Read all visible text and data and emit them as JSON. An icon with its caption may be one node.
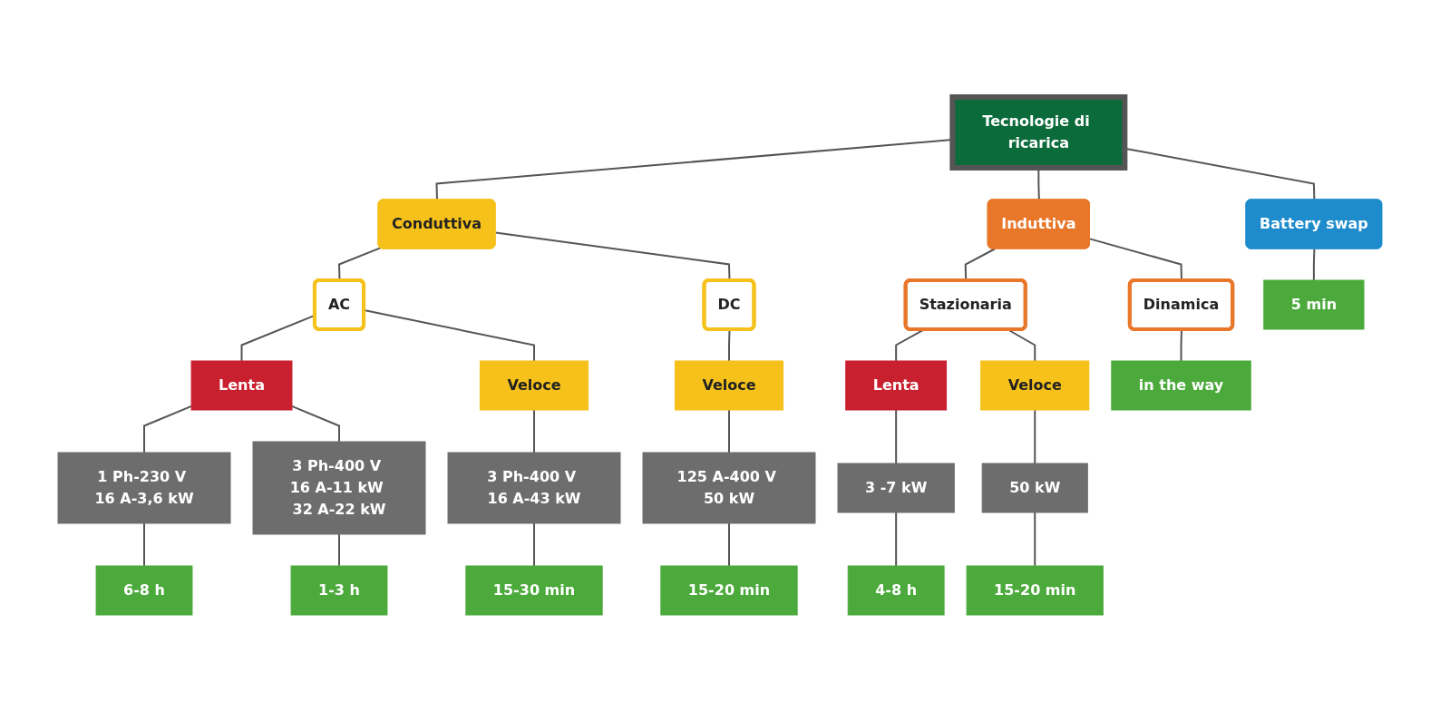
{
  "diagram": {
    "nodes": [
      {
        "text": [
          "Tecnologie di ricarica"
        ]
      },
      {
        "text": [
          "Conduttiva"
        ]
      },
      {
        "text": [
          "Induttiva"
        ]
      },
      {
        "text": [
          "Battery swap"
        ]
      },
      {
        "text": [
          "AC"
        ]
      },
      {
        "text": [
          "DC"
        ]
      },
      {
        "text": [
          "Stazionaria"
        ]
      },
      {
        "text": [
          "Dinamica"
        ]
      },
      {
        "text": [
          "Lenta"
        ]
      },
      {
        "text": [
          "Veloce"
        ]
      },
      {
        "text": [
          "Veloce"
        ]
      },
      {
        "text": [
          "Lenta"
        ]
      },
      {
        "text": [
          "Veloce"
        ]
      },
      {
        "text": [
          "1 Ph-230 V 16 A-3,6 kW"
        ]
      },
      {
        "text": [
          "3 Ph-400 V 16 A-11 kW 32 A-22 kW"
        ]
      },
      {
        "text": [
          "3 Ph-400 V 16 A-43 kW"
        ]
      },
      {
        "text": [
          "125 A-400 V 50 kW"
        ]
      },
      {
        "text": [
          "3 -7 kW"
        ]
      },
      {
        "text": [
          "50 kW"
        ]
      },
      {
        "text": [
          "6-8 h"
        ]
      },
      {
        "text": [
          "1-3 h"
        ]
      },
      {
        "text": [
          "15-30 min"
        ]
      },
      {
        "text": [
          "15-20 min"
        ]
      },
      {
        "text": [
          "4-8 h"
        ]
      },
      {
        "text": [
          "15-20 min"
        ]
      },
      {
        "text": [
          "in the way"
        ]
      },
      {
        "text": [
          "5 min"
        ]
      }
    ],
    "edges": [
      {
        "from": 0,
        "to": 1,
        "arrow": "none"
      },
      {
        "from": 0,
        "to": 2,
        "arrow": "none"
      },
      {
        "from": 0,
        "to": 3,
        "arrow": "none"
      },
      {
        "from": 1,
        "to": 4,
        "arrow": "none"
      },
      {
        "from": 1,
        "to": 5,
        "arrow": "none"
      },
      {
        "from": 2,
        "to": 6,
        "arrow": "none"
      },
      {
        "from": 2,
        "to": 7,
        "arrow": "none"
      },
      {
        "from": 4,
        "to": 8,
        "arrow": "none"
      },
      {
        "from": 4,
        "to": 9,
        "arrow": "none"
      },
      {
        "from": 5,
        "to": 10,
        "arrow": "none"
      },
      {
        "from": 6,
        "to": 11,
        "arrow": "none"
      },
      {
        "from": 6,
        "to": 12,
        "arrow": "none"
      },
      {
        "from": 8,
        "to": 13,
        "arrow": "none"
      },
      {
        "from": 8,
        "to": 14,
        "arrow": "none"
      },
      {
        "from": 9,
        "to": 15,
        "arrow": "none"
      },
      {
        "from": 10,
        "to": 16,
        "arrow": "none"
      },
      {
        "from": 11,
        "to": 17,
        "arrow": "none"
      },
      {
        "from": 12,
        "to": 18,
        "arrow": "none"
      },
      {
        "from": 13,
        "to": 19,
        "arrow": "none"
      },
      {
        "from": 14,
        "to": 20,
        "arrow": "none"
      },
      {
        "from": 15,
        "to": 21,
        "arrow": "none"
      },
      {
        "from": 16,
        "to": 22,
        "arrow": "none"
      },
      {
        "from": 17,
        "to": 23,
        "arrow": "none"
      },
      {
        "from": 18,
        "to": 24,
        "arrow": "none"
      },
      {
        "from": 7,
        "to": 25,
        "arrow": "none"
      },
      {
        "from": 3,
        "to": 26,
        "arrow": "none"
      }
    ]
  }
}
